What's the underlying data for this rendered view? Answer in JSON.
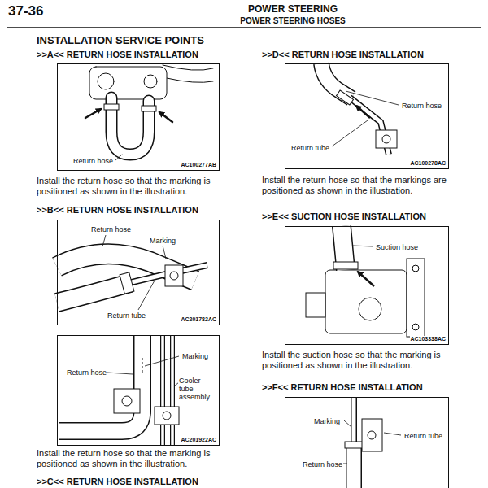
{
  "diagram": {
    "title": "POWER STEERING",
    "nodes": [
      {
        "text": [
          "Return hose",
          "AC100277AB"
        ]
      },
      {
        "text": [
          "Return hose",
          "Marking",
          "Return tube",
          "AC201782AC"
        ]
      },
      {
        "text": [
          "Marking",
          "Return hose",
          "Cooler tube assembly",
          "AC201922AC"
        ]
      },
      {
        "text": [
          "Return hose",
          "Return tube",
          "AC100278AC"
        ]
      },
      {
        "text": [
          "Suction hose",
          "AC103338AC"
        ]
      },
      {
        "text": [
          "Marking",
          "Return tube",
          "Return hose"
        ]
      }
    ],
    "labels": [
      "37-36",
      "POWER STEERING HOSES",
      "INSTALLATION SERVICE POINTS",
      ">>A<< RETURN HOSE INSTALLATION",
      "Install the return hose so that the marking is positioned as shown in the illustration.",
      ">>B<< RETURN HOSE INSTALLATION",
      "Install the return hose so that the marking is positioned as shown in the illustration.",
      ">>C<< RETURN HOSE INSTALLATION",
      ">>D<< RETURN HOSE INSTALLATION",
      "Install the return hose so that the markings are positioned as shown in the illustration.",
      ">>E<< SUCTION HOSE INSTALLATION",
      "Install the suction hose so that the marking is positioned as shown in the illustration.",
      ">>F<< RETURN HOSE INSTALLATION"
    ]
  }
}
